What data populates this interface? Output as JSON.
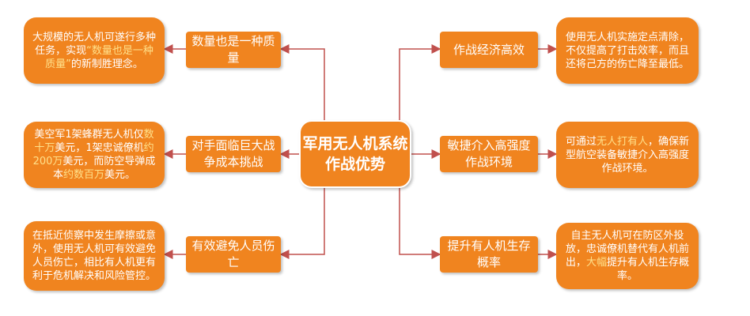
{
  "colors": {
    "box": "#f0841f",
    "line": "#c0504d",
    "highlight": "#ffe08a"
  },
  "center": {
    "title": "军用无人机系统作战优势"
  },
  "left_branches": [
    {
      "label": "数量也是一种质量",
      "note_parts": [
        "大规模的无人机可遂行多种任务，实现",
        "“数量也是一种质量”",
        "的新制胜理念。"
      ]
    },
    {
      "label": "对手面临巨大战争成本挑战",
      "note_parts": [
        "美空军1架蜂群无人机仅",
        "数十万",
        "美元，1架忠诚僚机",
        "约200万",
        "美元，而防空导弹成本",
        "约数百万",
        "美元。"
      ]
    },
    {
      "label": "有效避免人员伤亡",
      "note_parts": [
        "在抵近侦察中发生摩擦或意外，使用无人机可有效避免人员伤亡，相比有人机更有利于危机解决和风险管控。"
      ]
    }
  ],
  "right_branches": [
    {
      "label": "作战经济高效",
      "note_parts": [
        "使用无人机实施定点清除，不仅提高了打击效率，而且还将己方的伤亡降至最低。"
      ]
    },
    {
      "label": "敏捷介入高强度作战环境",
      "note_parts": [
        "可通过",
        "无人打有人",
        "，确保新型航空装备敏捷介入高强度作战环境。"
      ]
    },
    {
      "label": "提升有人机生存概率",
      "note_parts": [
        "自主无人机可在防区外投放，忠诚僚机替代有人机前出，",
        "大幅",
        "提升有人机生存概率。"
      ]
    }
  ]
}
